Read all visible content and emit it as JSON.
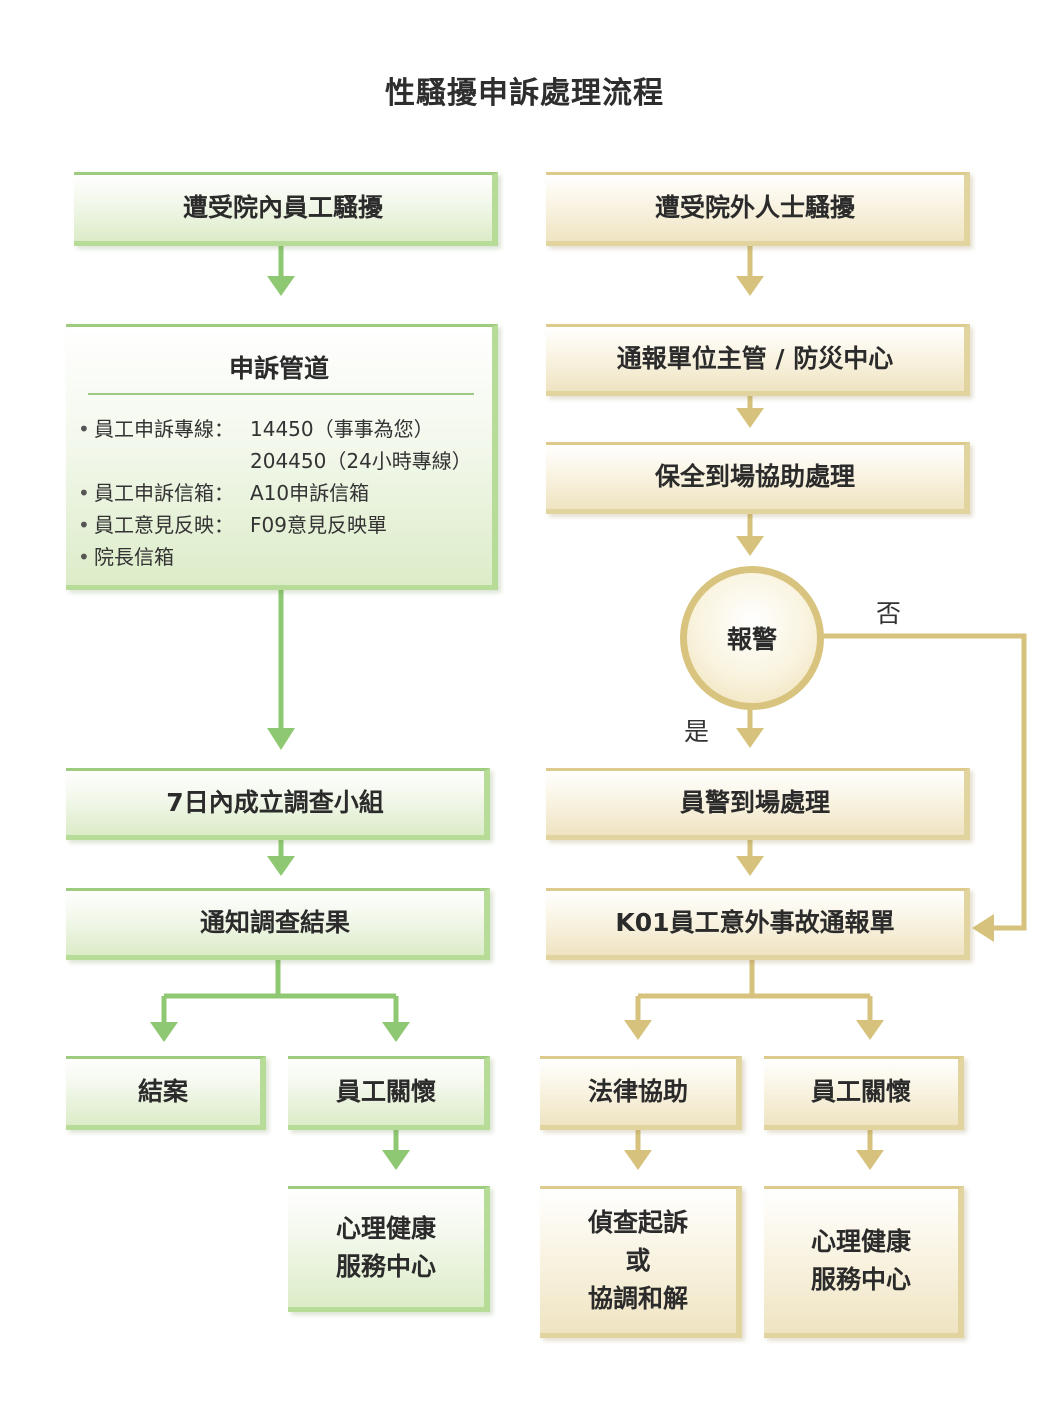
{
  "title": "性騷擾申訴處理流程",
  "left": {
    "start": "遭受院內員工騷擾",
    "channel": {
      "title": "申訴管道",
      "items": [
        {
          "label": "員工申訴專線",
          "sep": "：",
          "values": [
            "14450（事事為您）",
            "204450（24小時專線）"
          ]
        },
        {
          "label": "員工申訴信箱",
          "sep": "：",
          "values": [
            "A10申訴信箱"
          ]
        },
        {
          "label": "員工意見反映",
          "sep": "：",
          "values": [
            "F09意見反映單"
          ]
        },
        {
          "label": "院長信箱",
          "sep": "",
          "values": []
        }
      ]
    },
    "investigate": "7日內成立調查小組",
    "notify": "通知調查結果",
    "close_case": "結案",
    "care": "員工關懷",
    "mental_line1": "心理健康",
    "mental_line2": "服務中心"
  },
  "right": {
    "start": "遭受院外人士騷擾",
    "report_supervisor": "通報單位主管 / 防災中心",
    "security": "保全到場協助處理",
    "decision": "報警",
    "no_label": "否",
    "yes_label": "是",
    "police": "員警到場處理",
    "k01": "K01員工意外事故通報單",
    "legal": "法律協助",
    "care": "員工關懷",
    "legal_out_line1": "偵查起訴",
    "legal_out_line2": "或",
    "legal_out_line3": "協調和解",
    "mental_line1": "心理健康",
    "mental_line2": "服務中心"
  },
  "colors": {
    "green_line": "#8fc872",
    "gold_line": "#d6c27c"
  }
}
